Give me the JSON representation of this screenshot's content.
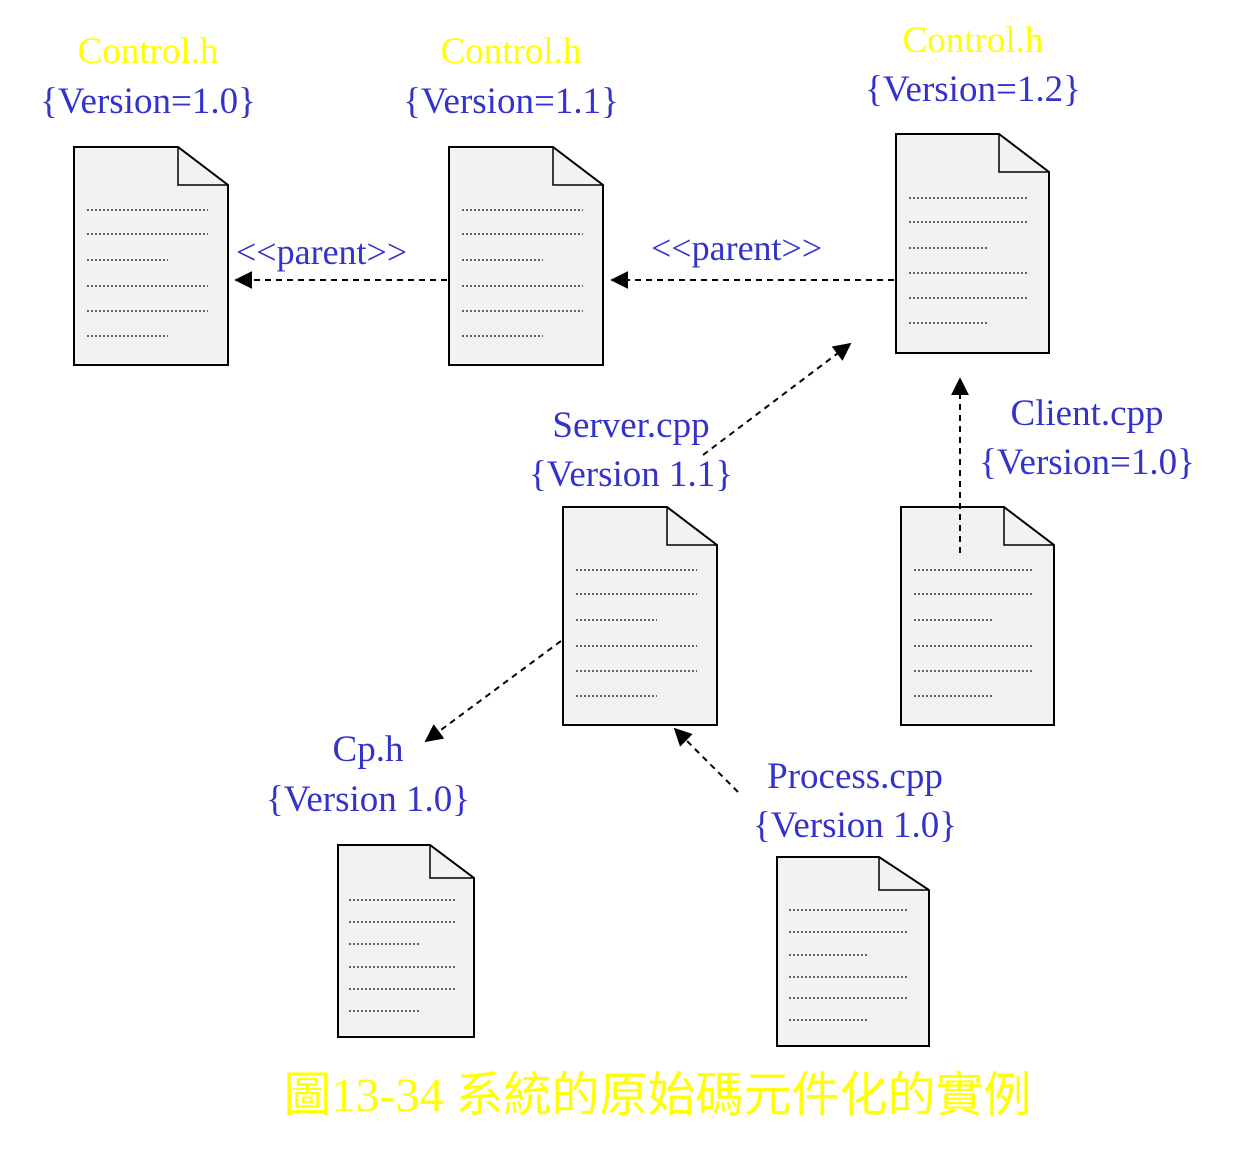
{
  "colors": {
    "title": "#ffff00",
    "label": "#3333cc",
    "doc_fill": "#f2f2f2",
    "stroke": "#000000"
  },
  "nodes": {
    "control_h_10": {
      "name": "Control.h",
      "version": "{Version=1.0}"
    },
    "control_h_11": {
      "name": "Control.h",
      "version": "{Version=1.1}"
    },
    "control_h_12": {
      "name": "Control.h",
      "version": "{Version=1.2}"
    },
    "server_cpp": {
      "name": "Server.cpp",
      "version": "{Version 1.1}"
    },
    "client_cpp": {
      "name": "Client.cpp",
      "version": "{Version=1.0}"
    },
    "cp_h": {
      "name": "Cp.h",
      "version": "{Version 1.0}"
    },
    "process_cpp": {
      "name": "Process.cpp",
      "version": "{Version 1.0}"
    }
  },
  "edges": {
    "parent_label_left": "<<parent>>",
    "parent_label_right": "<<parent>>"
  },
  "caption": "圖13-34 系統的原始碼元件化的實例"
}
